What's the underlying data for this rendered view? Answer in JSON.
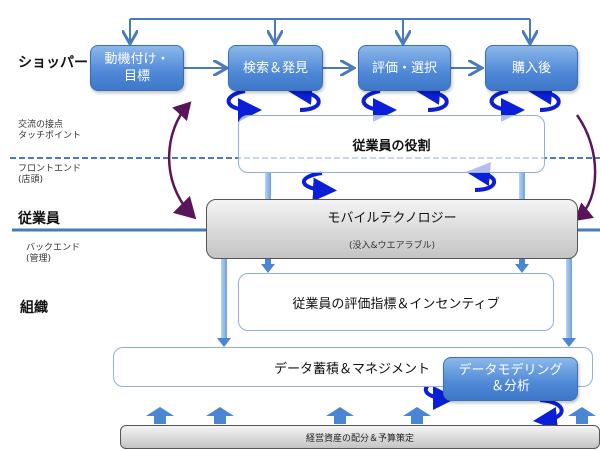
{
  "lanes": {
    "shopper": "ショッパー",
    "touchpoint": "交流の接点\nタッチポイント",
    "frontend": "フロントエンド\n(店頭)",
    "employee": "従業員",
    "backend": "バックエンド\n(管理)",
    "organization": "組織"
  },
  "journey": [
    {
      "label": "動機付け・\n目標"
    },
    {
      "label": "検索＆発見"
    },
    {
      "label": "評価・選択"
    },
    {
      "label": "購入後"
    }
  ],
  "boxes": {
    "employee_role": "従業員の役割",
    "mobile_tech": "モバイルテクノロジー",
    "mobile_tech_sub": "(没入&ウエアラブル)",
    "evaluation": "従業員の評価指標＆インセンティブ",
    "data_mgmt": "データ蓄積＆マネジメント",
    "data_modeling": "データモデリング\n＆分析",
    "budget": "経営資産の配分＆予算策定"
  },
  "colors": {
    "accent_blue": "#4e88d6",
    "cycle_arrow": "#0a1fd6",
    "purple_arrow": "#5a1459",
    "lane_line": "#4a7ab8"
  }
}
